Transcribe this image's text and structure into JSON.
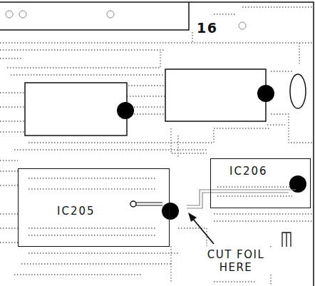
{
  "diagram": {
    "nodes": [
      {
        "text": [
          "IC206"
        ]
      },
      {
        "text": [
          "IC205"
        ]
      }
    ],
    "labels": [
      "16",
      "CUT FOIL HERE"
    ]
  }
}
